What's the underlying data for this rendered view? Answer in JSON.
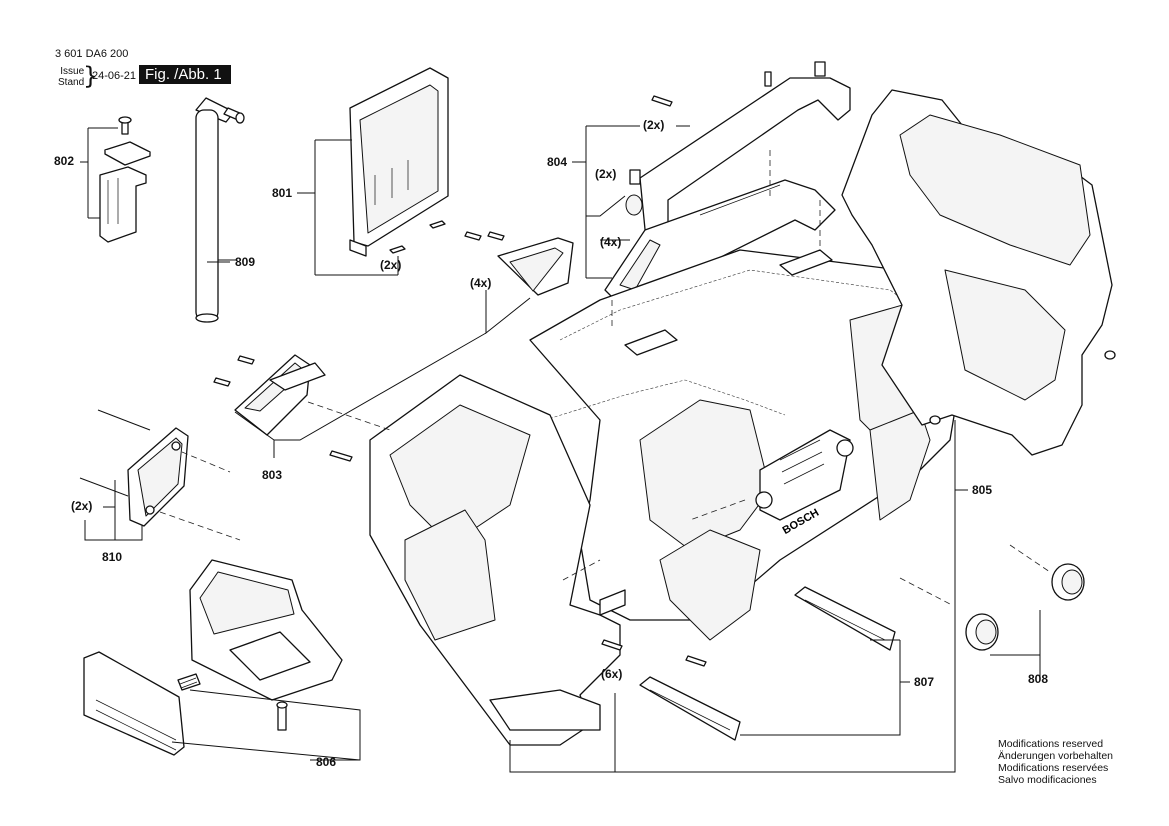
{
  "header": {
    "doc_number": "3 601 DA6 200",
    "issue_label": "Issue",
    "stand_label": "Stand",
    "date": "24-06-21",
    "figure_label": "Fig. /Abb. 1"
  },
  "parts": [
    {
      "number": "802"
    },
    {
      "number": "809"
    },
    {
      "number": "801"
    },
    {
      "number": "804"
    },
    {
      "number": "803"
    },
    {
      "number": "810"
    },
    {
      "number": "805"
    },
    {
      "number": "806"
    },
    {
      "number": "807"
    },
    {
      "number": "808"
    }
  ],
  "quantities": {
    "q801": "(2x)",
    "q804a": "(2x)",
    "q804b": "(2x)",
    "q804c": "(4x)",
    "q803": "(4x)",
    "q810": "(2x)",
    "q806": "(6x)"
  },
  "brand_logo": "BOSCH",
  "notes": [
    "Modifications reserved",
    "Änderungen vorbehalten",
    "Modifications reservées",
    "Salvo modificaciones"
  ]
}
